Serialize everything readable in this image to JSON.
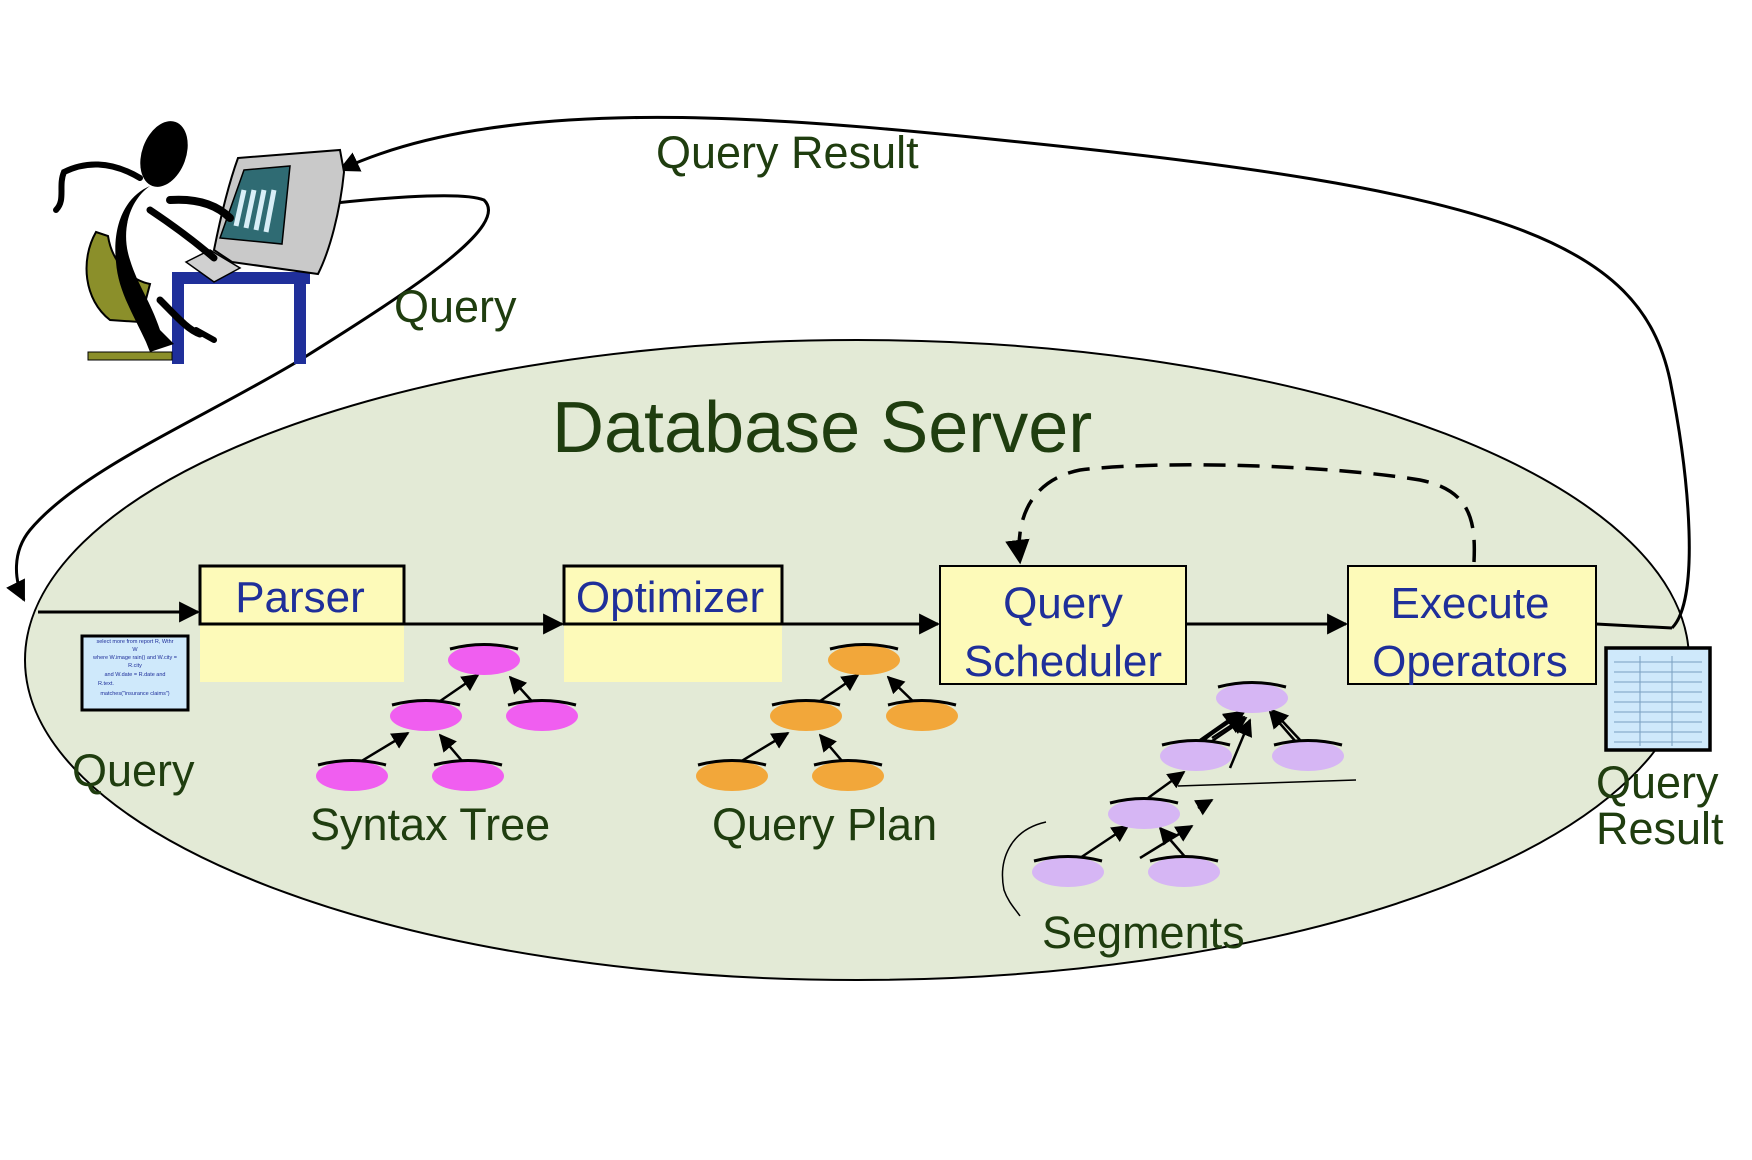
{
  "labels": {
    "query_result_top": "Query Result",
    "query_top": "Query",
    "server_title": "Database Server",
    "query_left": "Query",
    "syntax_tree": "Syntax Tree",
    "query_plan": "Query Plan",
    "segments": "Segments",
    "query_result_right_1": "Query",
    "query_result_right_2": "Result"
  },
  "boxes": {
    "parser": "Parser",
    "optimizer": "Optimizer",
    "scheduler_1": "Query",
    "scheduler_2": "Scheduler",
    "execute_1": "Execute",
    "execute_2": "Operators"
  },
  "query_doc_lines": [
    "select more from report R, Wthr",
    "W",
    "where W.image rain() and W.city =",
    "R.city",
    "and W.date = R.date and",
    "R.text.",
    "matches(\"insurance claims\")"
  ],
  "colors": {
    "ellipse_fill": "#e3ead6",
    "box_fill": "#fdfab9",
    "label_green": "#1f3d0f",
    "label_blue": "#1f2f9a",
    "syntax_tree_nodes": "#f05ef0",
    "query_plan_nodes": "#f2a73a",
    "segment_nodes": "#d6b6f4"
  },
  "icons": {
    "user": "person-at-computer-icon",
    "query_document": "query-document-icon",
    "result_document": "result-table-icon"
  }
}
